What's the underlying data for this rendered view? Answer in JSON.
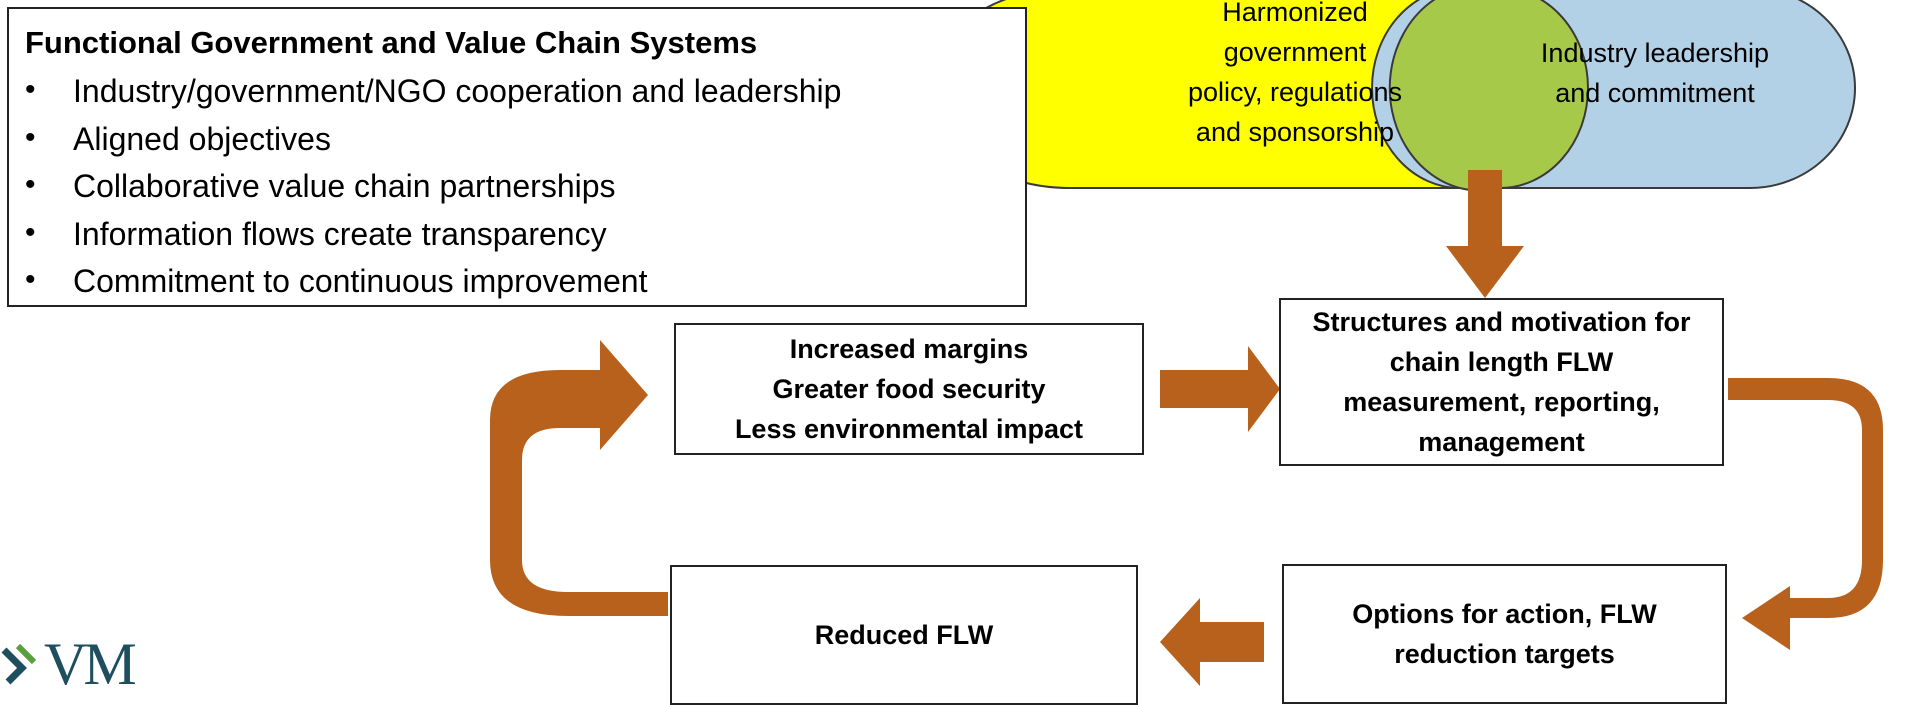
{
  "info_box": {
    "title": "Functional Government and Value Chain Systems",
    "bullet_symbol": "•",
    "items": [
      "Industry/government/NGO cooperation and leadership",
      "Aligned objectives",
      "Collaborative value chain partnerships",
      "Information flows create transparency",
      "Commitment to continuous improvement"
    ]
  },
  "ellipses": {
    "government": {
      "lines": [
        "Harmonized",
        "government",
        "policy, regulations",
        "and sponsorship"
      ],
      "color": "#ffff00"
    },
    "industry": {
      "lines": [
        "Industry leadership",
        "and commitment"
      ],
      "color": "#b3d1e6"
    },
    "overlap_color": "#a6c94a"
  },
  "nodes": {
    "structures": {
      "lines": [
        "Structures and motivation for",
        "chain length FLW",
        "measurement, reporting,",
        "management"
      ]
    },
    "benefits": {
      "lines": [
        "Increased margins",
        "Greater food security",
        "Less environmental impact"
      ]
    },
    "options": {
      "lines": [
        "Options for action, FLW",
        "reduction targets"
      ]
    },
    "reduced": {
      "lines": [
        "Reduced FLW"
      ]
    }
  },
  "arrow_color": "#b8611c",
  "logo": {
    "text": "VM"
  }
}
